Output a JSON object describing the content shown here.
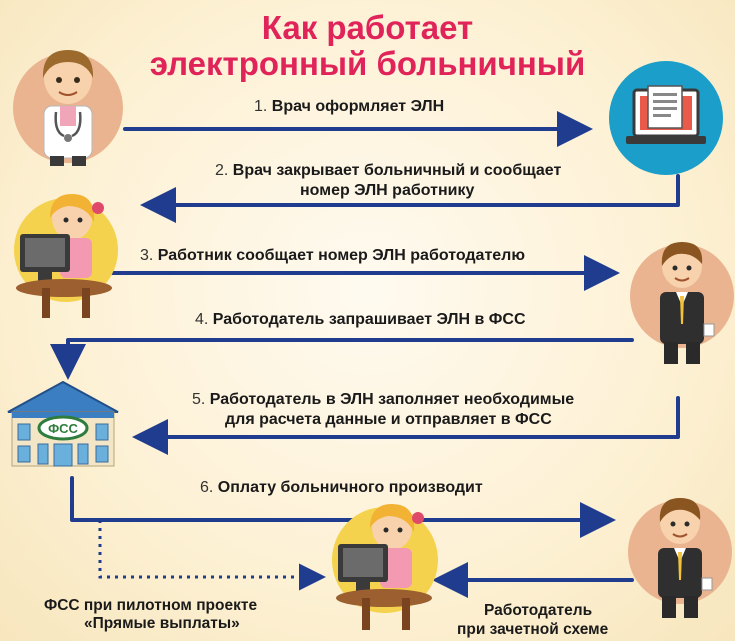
{
  "title": {
    "line1": "Как работает",
    "line2": "электронный больничный"
  },
  "steps": [
    {
      "num": "1.",
      "text": "Врач оформляет ЭЛН"
    },
    {
      "num": "2.",
      "text_line1": "Врач закрывает больничный и сообщает",
      "text_line2": "номер ЭЛН работнику"
    },
    {
      "num": "3.",
      "text": "Работник сообщает номер ЭЛН работодателю"
    },
    {
      "num": "4.",
      "text": "Работодатель запрашивает ЭЛН в ФСС"
    },
    {
      "num": "5.",
      "text_line1": "Работодатель в ЭЛН заполняет необходимые",
      "text_line2": "для расчета данные и отправляет в ФСС"
    },
    {
      "num": "6.",
      "text": "Оплату больничного производит"
    }
  ],
  "notes": {
    "fss_line1": "ФСС при пилотном проекте",
    "fss_line2": "«Прямые выплаты»",
    "employer_line1": "Работодатель",
    "employer_line2": "при зачетной схеме"
  },
  "building_sign": "ФСС",
  "colors": {
    "title": "#e0245a",
    "arrow": "#1f3c8f",
    "circle": "#e9b48f",
    "circle_yellow": "#f5d24e",
    "screen": "#1b9ec9"
  },
  "icons": [
    "doctor-icon",
    "computer-icon",
    "worker-girl-icon",
    "employer-man-icon",
    "fss-building-icon"
  ]
}
